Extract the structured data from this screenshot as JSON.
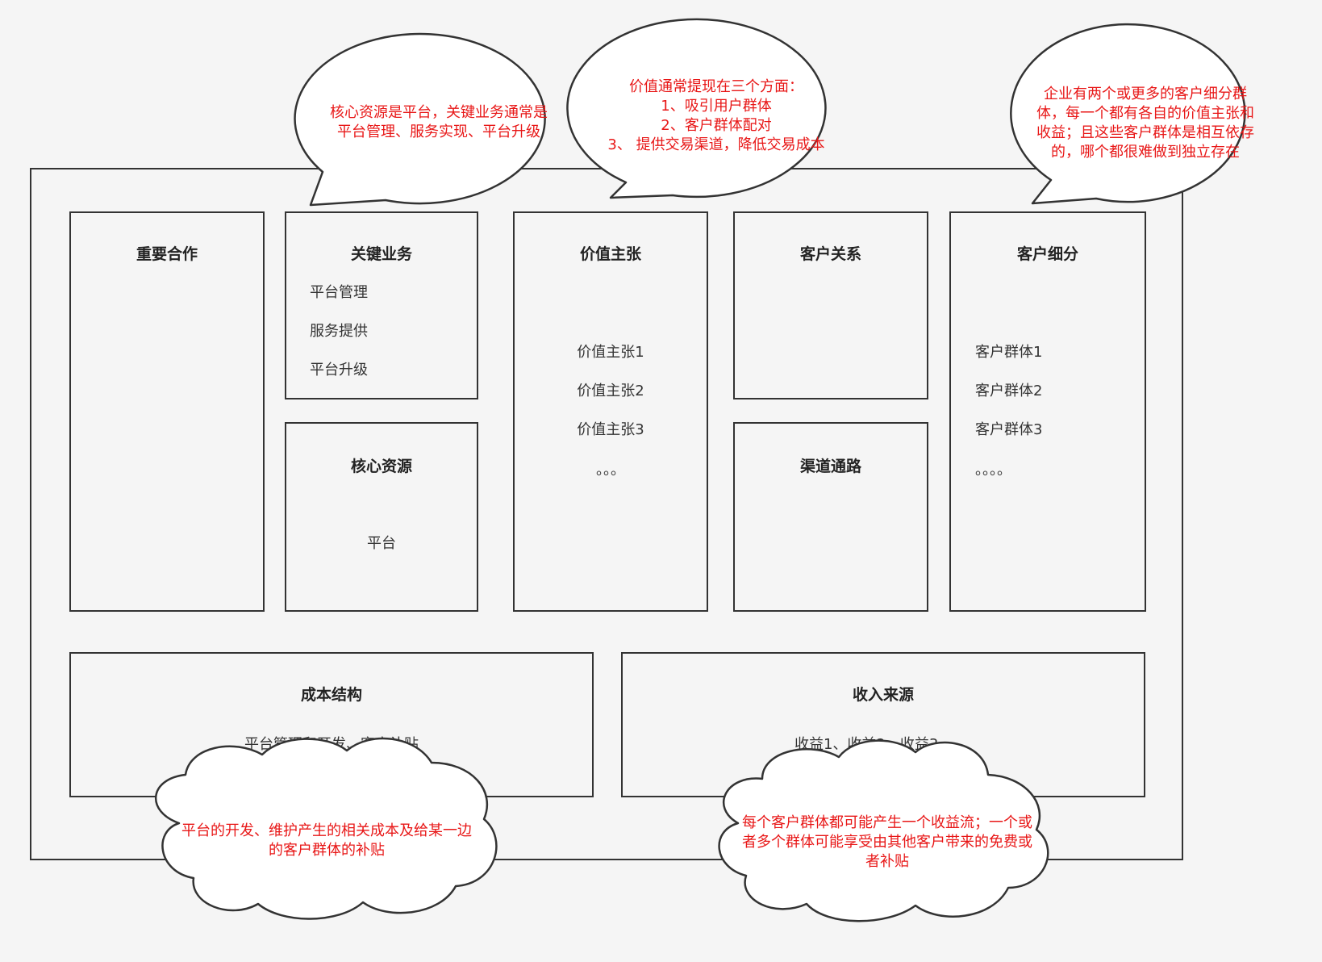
{
  "blocks": {
    "key_partners": {
      "title": "重要合作"
    },
    "key_activities": {
      "title": "关键业务",
      "items": [
        "平台管理",
        "服务提供",
        "平台升级"
      ]
    },
    "key_resources": {
      "title": "核心资源",
      "items": [
        "平台"
      ]
    },
    "value_propositions": {
      "title": "价值主张",
      "items": [
        "价值主张1",
        "价值主张2",
        "价值主张3",
        "。。。"
      ]
    },
    "customer_relationships": {
      "title": "客户关系"
    },
    "channels": {
      "title": "渠道通路"
    },
    "customer_segments": {
      "title": "客户细分",
      "items": [
        "客户群体1",
        "客户群体2",
        "客户群体3",
        "。。。。"
      ]
    },
    "cost_structure": {
      "title": "成本结构",
      "text": "平台管理和开发、客户补贴"
    },
    "revenue_streams": {
      "title": "收入来源",
      "text": "收益1、收益2、收益3.。。。"
    }
  },
  "callouts": {
    "core_resources": {
      "lines": [
        "核心资源是平台，关键业务通常是",
        "平台管理、服务实现、平台升级"
      ]
    },
    "value": {
      "lines": [
        "价值通常提现在三个方面：",
        "1、吸引用户群体",
        "2、客户群体配对",
        "3、 提供交易渠道，降低交易成本"
      ]
    },
    "segments": {
      "lines": [
        "企业有两个或更多的客户细分群",
        "体，每一个都有各自的价值主张和",
        "收益；且这些客户群体是相互依存",
        "的，哪个都很难做到独立存在"
      ]
    },
    "cost": {
      "lines": [
        "平台的开发、维护产生的相关成本及给某一边",
        "的客户群体的补贴"
      ]
    },
    "revenue": {
      "lines": [
        "每个客户群体都可能产生一个收益流；一个或",
        "者多个群体可能享受由其他客户带来的免费或",
        "者补贴"
      ]
    }
  },
  "colors": {
    "note_text": "#e81717",
    "stroke": "#333333",
    "background": "#f5f5f5"
  }
}
